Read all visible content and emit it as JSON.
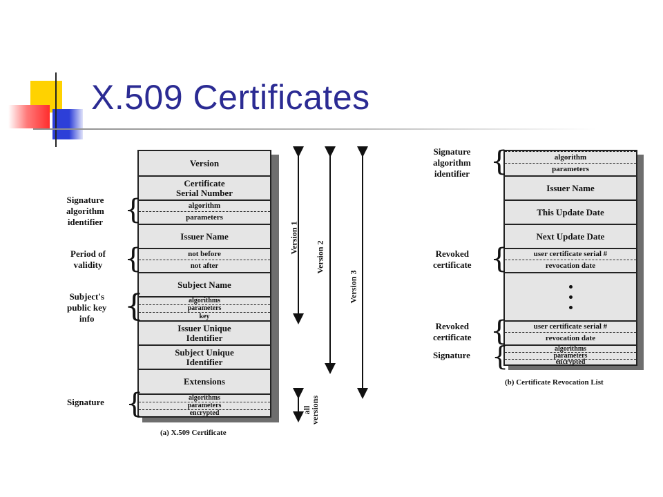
{
  "slide": {
    "title": "X.509 Certificates"
  },
  "certificate": {
    "caption": "(a) X.509 Certificate",
    "fields": {
      "version": "Version",
      "serial_line1": "Certificate",
      "serial_line2": "Serial Number",
      "sig_algorithm": "algorithm",
      "sig_parameters": "parameters",
      "issuer_name": "Issuer Name",
      "not_before": "not before",
      "not_after": "not after",
      "subject_name": "Subject Name",
      "pk_algorithms": "algorithms",
      "pk_parameters": "parameters",
      "pk_key": "key",
      "issuer_uid_line1": "Issuer Unique",
      "issuer_uid_line2": "Identifier",
      "subject_uid_line1": "Subject Unique",
      "subject_uid_line2": "Identifier",
      "extensions": "Extensions",
      "s_algorithms": "algorithms",
      "s_parameters": "parameters",
      "s_encrypted": "encrypted"
    },
    "labels": {
      "sig_alg_1": "Signature",
      "sig_alg_2": "algorithm",
      "sig_alg_3": "identifier",
      "period_1": "Period of",
      "period_2": "validity",
      "subject_pk_1": "Subject's",
      "subject_pk_2": "public key",
      "subject_pk_3": "info",
      "signature": "Signature"
    },
    "versions": {
      "v1": "Version 1",
      "v2": "Version 2",
      "v3": "Version 3",
      "all_1": "all",
      "all_2": "versions"
    }
  },
  "crl": {
    "caption": "(b) Certificate Revocation List",
    "fields": {
      "algorithm": "algorithm",
      "parameters": "parameters",
      "issuer_name": "Issuer Name",
      "this_update": "This Update Date",
      "next_update": "Next Update Date",
      "serial_1": "user certificate serial #",
      "revocation_1": "revocation date",
      "serial_2": "user certificate serial #",
      "revocation_2": "revocation date",
      "s_algorithms": "algorithms",
      "s_parameters": "parameters",
      "s_encrypted": "encrypted"
    },
    "labels": {
      "sig_alg_1": "Signature",
      "sig_alg_2": "algorithm",
      "sig_alg_3": "identifier",
      "revoked_a1": "Revoked",
      "revoked_a2": "certificate",
      "revoked_b1": "Revoked",
      "revoked_b2": "certificate",
      "signature": "Signature"
    }
  }
}
